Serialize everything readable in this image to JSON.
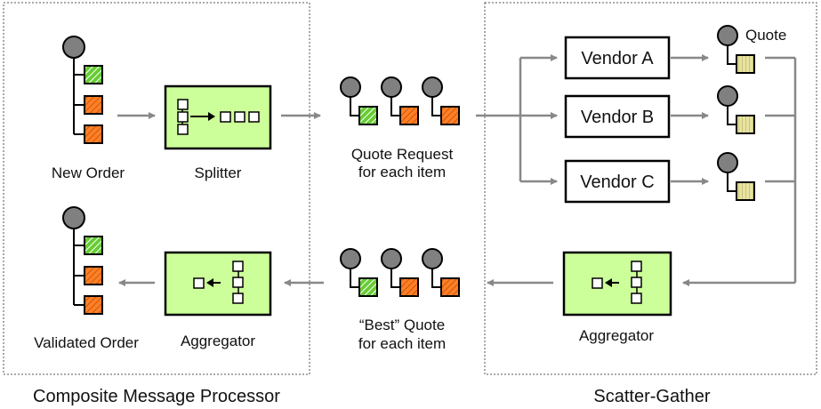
{
  "sections": {
    "composite": "Composite Message Processor",
    "scatter": "Scatter-Gather"
  },
  "labels": {
    "new_order": "New Order",
    "splitter": "Splitter",
    "quote_request_1": "Quote Request",
    "quote_request_2": "for each item",
    "vendor_a": "Vendor A",
    "vendor_b": "Vendor B",
    "vendor_c": "Vendor C",
    "quote": "Quote",
    "aggregator_right": "Aggregator",
    "best_quote_1": "“Best” Quote",
    "best_quote_2": "for each item",
    "aggregator_left": "Aggregator",
    "validated_order": "Validated Order"
  },
  "colors": {
    "processor_fill": "#ccff99",
    "item_green": "#66cc33",
    "item_orange": "#ff7f27",
    "quote_fill": "#e8e4a0",
    "circle_fill": "#808080",
    "arrow": "#888888"
  }
}
